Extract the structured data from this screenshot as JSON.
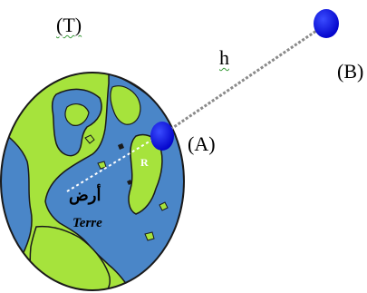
{
  "labels": {
    "earth_name": "(T)",
    "altitude": "h",
    "point_b": "(B)",
    "point_a": "(A)",
    "radius": "R",
    "earth_arabic": "أرض",
    "earth_french": "Terre"
  },
  "colors": {
    "ocean": "#4a86c8",
    "land": "#a6e33c",
    "land_deep": "#7fc225",
    "outline": "#1a1a1a",
    "satellite": "#0a14d8",
    "dashed_line": "#8a8a8a"
  }
}
